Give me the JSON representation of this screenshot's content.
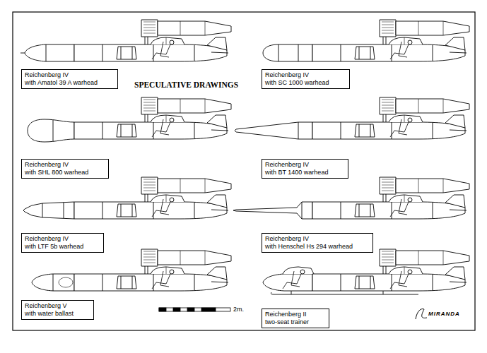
{
  "diagram": {
    "title": "SPECULATIVE DRAWINGS",
    "nodes": [
      {
        "text": [
          "Reichenberg IV",
          "with Amatol 39 A warhead"
        ]
      },
      {
        "text": [
          "Reichenberg IV",
          "with SC 1000 warhead"
        ]
      },
      {
        "text": [
          "Reichenberg IV",
          "with SHL 800 warhead"
        ]
      },
      {
        "text": [
          "Reichenberg IV",
          "with BT 1400 warhead"
        ]
      },
      {
        "text": [
          "Reichenberg IV",
          "with LTF 5b warhead"
        ]
      },
      {
        "text": [
          "Reichenberg IV",
          "with Henschel Hs 294 warhead"
        ]
      },
      {
        "text": [
          "Reichenberg V",
          "with water ballast"
        ]
      },
      {
        "text": [
          "Reichenberg II",
          "two-seat trainer"
        ]
      }
    ],
    "labels": [
      "2m.",
      "MIRANDA"
    ]
  }
}
